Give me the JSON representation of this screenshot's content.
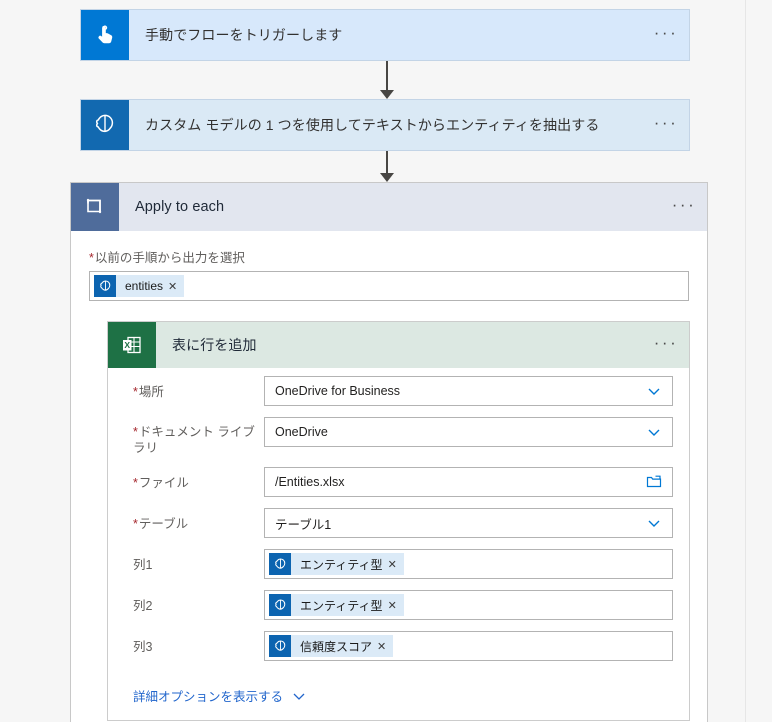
{
  "flow": {
    "trigger": {
      "title": "手動でフローをトリガーします",
      "icon": "tap-hand-icon",
      "menu": "···"
    },
    "action": {
      "title": "カスタム モデルの 1 つを使用してテキストからエンティティを抽出する",
      "icon": "ai-builder-brain-icon",
      "menu": "···"
    },
    "loop": {
      "title": "Apply to each",
      "icon": "loop-icon",
      "menu": "···",
      "select_output_label": "以前の手順から出力を選択",
      "select_output_required": "*",
      "token": {
        "label": "entities",
        "remove": "✕",
        "icon": "ai-builder-brain-icon"
      }
    },
    "excel": {
      "title": "表に行を追加",
      "icon": "excel-icon",
      "menu": "···",
      "fields": [
        {
          "label": "場所",
          "required": true,
          "value": "OneDrive for Business",
          "control": "dropdown"
        },
        {
          "label": "ドキュメント ライブラリ",
          "required": true,
          "value": "OneDrive",
          "control": "dropdown"
        },
        {
          "label": "ファイル",
          "required": true,
          "value": "/Entities.xlsx",
          "control": "filepicker"
        },
        {
          "label": "テーブル",
          "required": true,
          "value": "テーブル1",
          "control": "dropdown"
        },
        {
          "label": "列1",
          "required": false,
          "control": "token",
          "token": {
            "label": "エンティティ型",
            "remove": "✕",
            "icon": "ai-builder-brain-icon"
          }
        },
        {
          "label": "列2",
          "required": false,
          "control": "token",
          "token": {
            "label": "エンティティ型",
            "remove": "✕",
            "icon": "ai-builder-brain-icon"
          }
        },
        {
          "label": "列3",
          "required": false,
          "control": "token",
          "token": {
            "label": "信頼度スコア",
            "remove": "✕",
            "icon": "ai-builder-brain-icon"
          }
        }
      ],
      "advanced_options_label": "詳細オプションを表示する"
    }
  },
  "colors": {
    "trigger_bg": "#d7e8fb",
    "trigger_icon_bg": "#0078d4",
    "action_bg": "#dae9f5",
    "action_icon_bg": "#1269b0",
    "loop_header_bg": "#e2e6ef",
    "loop_icon_bg": "#4f6c9b",
    "excel_header_bg": "#dce8e2",
    "excel_icon_bg": "#1e7145",
    "token_bg": "#dbeaf7",
    "token_icon_bg": "#0c64b0",
    "required_asterisk": "#a4262c",
    "link": "#2266cc",
    "canvas_bg": "#f6f6f6"
  }
}
